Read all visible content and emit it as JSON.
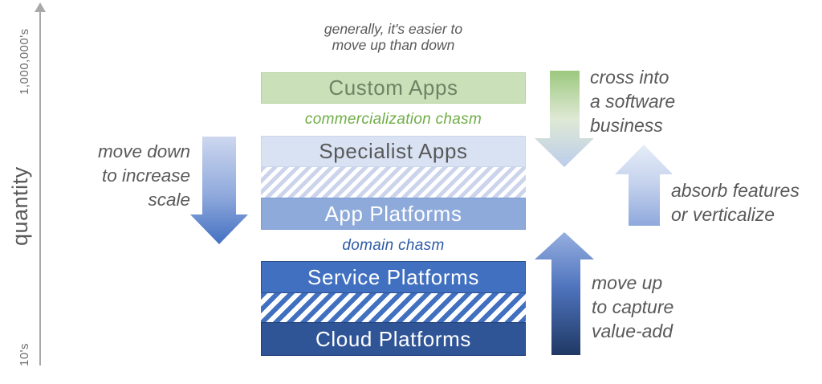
{
  "axis": {
    "label": "quantity",
    "top_tick": "1,000,000's",
    "bottom_tick": "10's"
  },
  "top_note": {
    "line1": "generally, it's easier to",
    "line2": "move up than down"
  },
  "stack": {
    "layers": [
      {
        "label": "Custom Apps",
        "bg": "#c9e0b8",
        "text_color": "#6d8365"
      },
      {
        "label": "Specialist Apps",
        "bg": "#d9e2f3",
        "text_color": "#595959"
      },
      {
        "label": "App Platforms",
        "bg": "#8eaadb",
        "text_color": "#ffffff"
      },
      {
        "label": "Service Platforms",
        "bg": "#4170c0",
        "text_color": "#ffffff"
      },
      {
        "label": "Cloud Platforms",
        "bg": "#2f5597",
        "text_color": "#ffffff"
      }
    ],
    "hatch_bands": [
      {
        "between": "Specialist Apps and App Platforms",
        "stripe_color": "#ccd4ec",
        "base_color": "#ffffff"
      },
      {
        "between": "Service Platforms and Cloud Platforms",
        "stripe_color": "#4170c0",
        "base_color": "#ffffff"
      }
    ]
  },
  "chasms": {
    "commercialization": {
      "label": "commercialization chasm",
      "color": "#70ad47"
    },
    "domain": {
      "label": "domain chasm",
      "color": "#2e5aa8"
    }
  },
  "annotations": {
    "move_down": {
      "line1": "move down",
      "line2": "to increase",
      "line3": "scale"
    },
    "cross_into": {
      "line1": "cross into",
      "line2": "a software",
      "line3": "business"
    },
    "absorb": {
      "line1": "absorb features",
      "line2": "or verticalize"
    },
    "move_up": {
      "line1": "move up",
      "line2": "to capture",
      "line3": "value-add"
    }
  },
  "arrow_colors": {
    "move_down_gradient": [
      "#cdd7ef",
      "#8fa9dc",
      "#4470c2"
    ],
    "cross_into_gradient": [
      "#9cc87e",
      "#dfe9d5",
      "#bccdea"
    ],
    "absorb_gradient": [
      "#e6edf8",
      "#c7d4ee",
      "#8fa9dc"
    ],
    "move_up_gradient": [
      "#97afe0",
      "#4f74bd",
      "#1f3864"
    ],
    "axis_color": "#a9a9a9",
    "annotation_text_color": "#595959"
  }
}
